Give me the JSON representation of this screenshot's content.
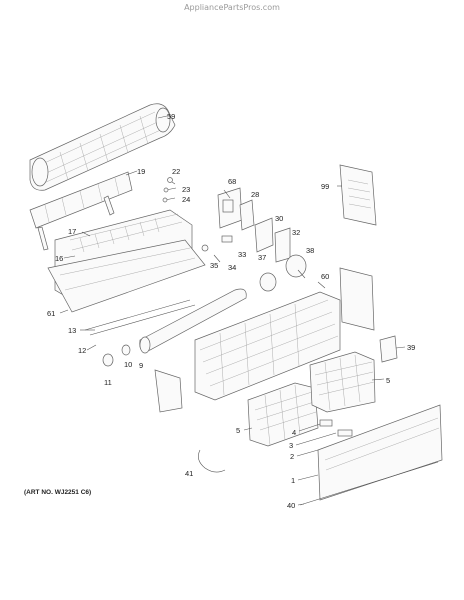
{
  "watermark": "AppliancePartsPros.com",
  "art_number": "(ART NO. WJ2251 C6)",
  "callouts": {
    "c59": "59",
    "c19": "19",
    "c22": "22",
    "c23": "23",
    "c24": "24",
    "c68": "68",
    "c28": "28",
    "c99": "99",
    "c30": "30",
    "c32": "32",
    "c17": "17",
    "c16": "16",
    "c33": "33",
    "c35": "35",
    "c34": "34",
    "c38": "38",
    "c37": "37",
    "c60": "60",
    "c61": "61",
    "c13": "13",
    "c12": "12",
    "c39": "39",
    "c9": "9",
    "c10": "10",
    "c11": "11",
    "c5a": "5",
    "c5b": "5",
    "c4": "4",
    "c3": "3",
    "c2": "2",
    "c41": "41",
    "c1": "1",
    "c40": "40"
  }
}
